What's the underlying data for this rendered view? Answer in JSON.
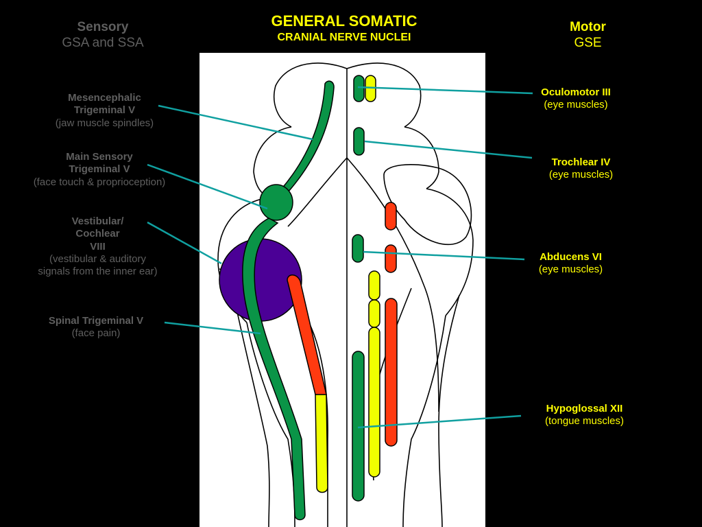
{
  "title": {
    "line1": "GENERAL SOMATIC",
    "line2": "CRANIAL NERVE NUCLEI"
  },
  "sensory_header": {
    "line1": "Sensory",
    "line2": "GSA and SSA"
  },
  "motor_header": {
    "line1": "Motor",
    "line2": "GSE"
  },
  "sensory_labels": [
    {
      "name": "Mesencephalic",
      "name2": "Trigeminal  V",
      "desc": "(jaw muscle spindles)"
    },
    {
      "name": "Main Sensory",
      "name2": "Trigeminal  V",
      "desc": "(face touch & proprioception)"
    },
    {
      "name": "Vestibular/",
      "name2": "Cochlear",
      "name3": "VIII",
      "desc": "(vestibular & auditory",
      "desc2": "signals from the inner ear)"
    },
    {
      "name": "Spinal Trigeminal V",
      "desc": "(face pain)"
    }
  ],
  "motor_labels": [
    {
      "name": "Oculomotor III",
      "desc": "(eye muscles)"
    },
    {
      "name": "Trochlear IV",
      "desc": "(eye muscles)"
    },
    {
      "name": "Abducens VI",
      "desc": "(eye muscles)"
    },
    {
      "name": "Hypoglossal XII",
      "desc": "(tongue muscles)"
    }
  ],
  "colors": {
    "background": "#000000",
    "panel": "#ffffff",
    "sensory_text": "#5f5f5f",
    "motor_text": "#ffff00",
    "leader_line": "#10a0a0",
    "gsa_green": "#0a9447",
    "gse_green": "#0a9447",
    "vestibular_purple": "#4b0096",
    "sve_red": "#ff3a10",
    "gve_yellow": "#f0ff00"
  }
}
